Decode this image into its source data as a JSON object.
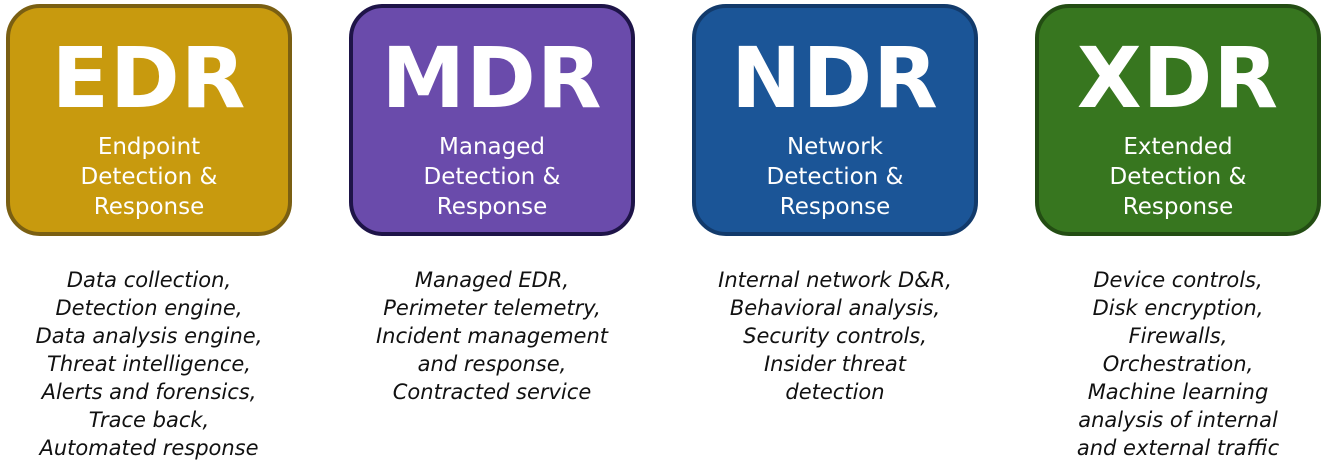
{
  "cards": [
    {
      "acronym": "EDR",
      "fullname": "Endpoint\nDetection &\nResponse",
      "fill_color": "#c89a0e",
      "border_color": "#7a5f12",
      "features": [
        "Data collection,",
        "Detection engine,",
        "Data analysis engine,",
        "Threat intelligence,",
        "Alerts and forensics,",
        "Trace back,",
        "Automated response"
      ]
    },
    {
      "acronym": "MDR",
      "fullname": "Managed\nDetection &\nResponse",
      "fill_color": "#6a4bab",
      "border_color": "#1e1448",
      "features": [
        "Managed EDR,",
        "Perimeter telemetry,",
        "Incident management",
        "and response,",
        "Contracted service"
      ]
    },
    {
      "acronym": "NDR",
      "fullname": "Network\nDetection &\nResponse",
      "fill_color": "#1b5597",
      "border_color": "#123a6b",
      "features": [
        "Internal network D&R,",
        "Behavioral analysis,",
        "Security controls,",
        "Insider threat",
        "detection"
      ]
    },
    {
      "acronym": "XDR",
      "fullname": "Extended\nDetection &\nResponse",
      "fill_color": "#37761f",
      "border_color": "#234d13",
      "features": [
        "Device controls,",
        "Disk encryption,",
        "Firewalls,",
        "Orchestration,",
        "Machine learning",
        "analysis of internal",
        "and external traffic"
      ]
    }
  ]
}
